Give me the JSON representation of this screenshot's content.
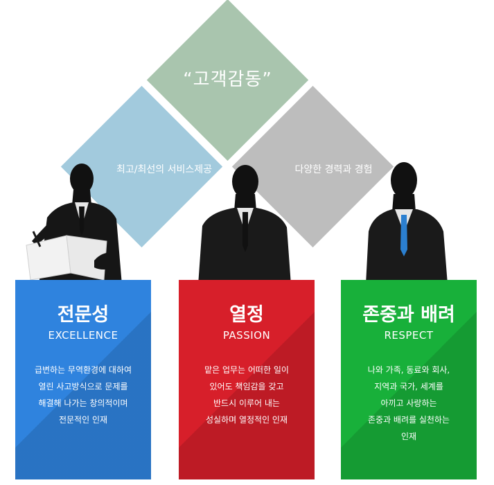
{
  "diagram": {
    "top_label": "“고객감동”",
    "left_label": "최고/최선의 서비스제공",
    "right_label": "다양한 경력과 경험"
  },
  "cards": [
    {
      "title": "전문성",
      "subtitle": "EXCELLENCE",
      "color": "#2f83de",
      "lines": [
        "급변하는  무역환경에 대하여",
        "열린 사고방식으로 문제를",
        "해결해 나가는 창의적이며",
        "전문적인 인재"
      ]
    },
    {
      "title": "열정",
      "subtitle": "PASSION",
      "color": "#d71f2a",
      "lines": [
        "맡은 업무는 어떠한 일이",
        "있어도 책임감을 갖고",
        "반드시 이루어 내는",
        "성실하며 열정적인 인재"
      ]
    },
    {
      "title": "존중과 배려",
      "subtitle": "RESPECT",
      "color": "#18b03a",
      "lines": [
        "나와 가족, 동료와 회사,",
        "지역과 국가, 세계를",
        "아끼고 사랑하는",
        "존중과 배려를 실천하는",
        "인재"
      ]
    }
  ],
  "colors": {
    "diamond_top": "#a9c5ae",
    "diamond_left": "#a2cadd",
    "diamond_right": "#bdbdbd",
    "tie_blue": "#2b7fd0"
  },
  "icons": [
    "businessman-reading-silhouette",
    "businessman-silhouette",
    "businessman-blue-tie-silhouette"
  ]
}
